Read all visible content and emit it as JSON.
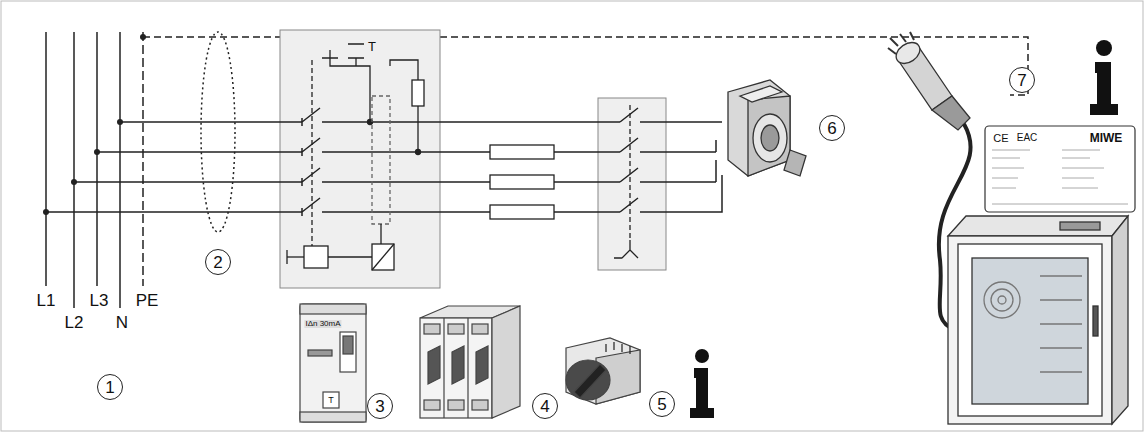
{
  "diagram": {
    "nodes": [
      {
        "text": [
          "1"
        ]
      },
      {
        "text": [
          "2"
        ]
      },
      {
        "text": [
          "3"
        ]
      },
      {
        "text": [
          "4"
        ]
      },
      {
        "text": [
          "5"
        ]
      },
      {
        "text": [
          "6"
        ]
      },
      {
        "text": [
          "7"
        ]
      }
    ],
    "labels": [
      "L1",
      "L2",
      "L3",
      "N",
      "PE",
      "T",
      "T",
      "IΔn 30mA",
      "CE",
      "EAC",
      "MIWE"
    ]
  }
}
